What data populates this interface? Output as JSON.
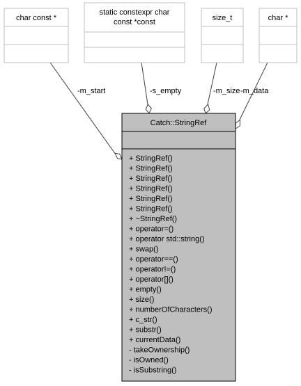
{
  "colors": {
    "dependency_box_border": "#bfbfbf",
    "main_box_fill": "#bfbfbf",
    "main_box_border": "#000000",
    "edge": "#404040"
  },
  "dependencies": [
    {
      "id": "m_start",
      "title": "char const *",
      "edge_label": "-m_start"
    },
    {
      "id": "s_empty",
      "title_lines": [
        "static constexpr char",
        "const *const"
      ],
      "edge_label": "-s_empty"
    },
    {
      "id": "m_size",
      "title": "size_t",
      "edge_label": "-m_size"
    },
    {
      "id": "m_data",
      "title": "char *",
      "edge_label": "-m_data"
    }
  ],
  "main_class": {
    "name": "Catch::StringRef",
    "attributes": [],
    "methods": [
      "+ StringRef()",
      "+ StringRef()",
      "+ StringRef()",
      "+ StringRef()",
      "+ StringRef()",
      "+ StringRef()",
      "+ ~StringRef()",
      "+ operator=()",
      "+ operator std::string()",
      "+ swap()",
      "+ operator==()",
      "+ operator!=()",
      "+ operator[]()",
      "+ empty()",
      "+ size()",
      "+ numberOfCharacters()",
      "+ c_str()",
      "+ substr()",
      "+ currentData()",
      "- takeOwnership()",
      "- isOwned()",
      "- isSubstring()"
    ]
  }
}
